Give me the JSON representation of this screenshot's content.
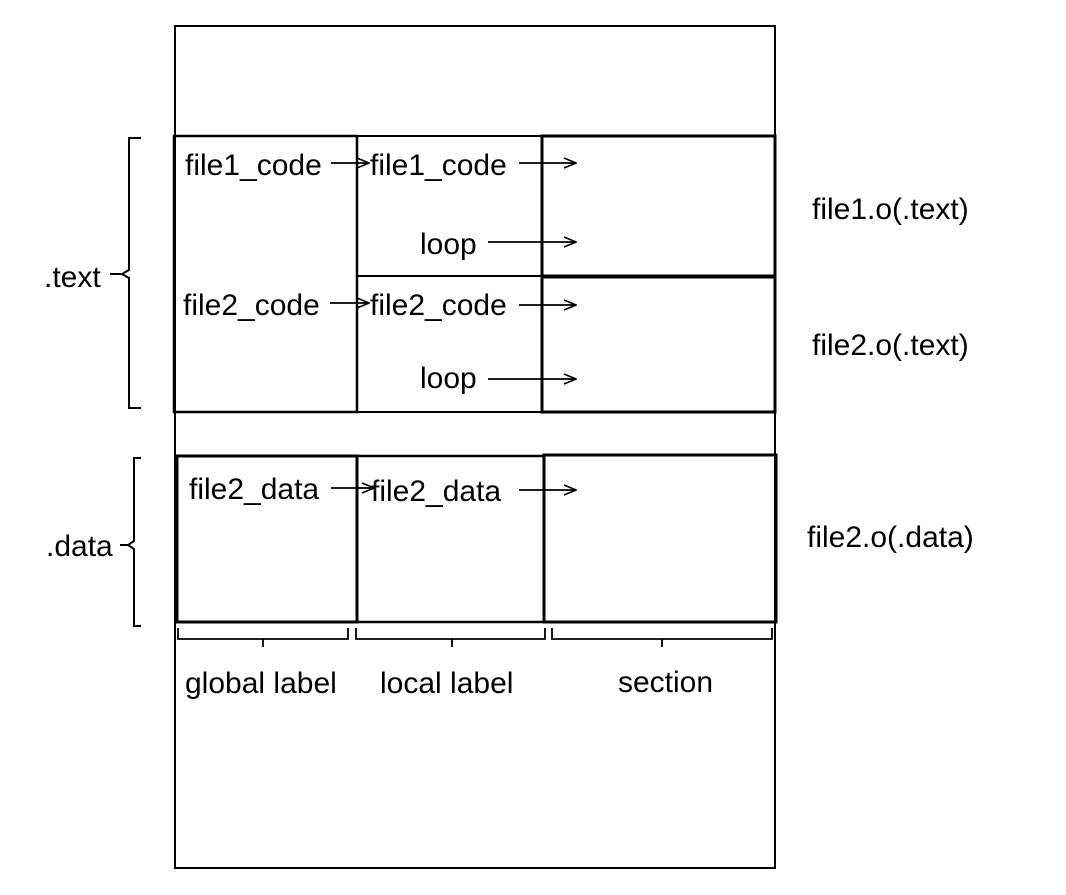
{
  "groups": {
    "text": ".text",
    "data": ".data"
  },
  "text_section": {
    "file1": {
      "global_label": "file1_code",
      "local_labels": [
        "file1_code",
        "loop"
      ],
      "section_label": "file1.o(.text)"
    },
    "file2": {
      "global_label": "file2_code",
      "local_labels": [
        "file2_code",
        "loop"
      ],
      "section_label": "file2.o(.text)"
    }
  },
  "data_section": {
    "file2": {
      "global_label": "file2_data",
      "local_labels": [
        "file2_data"
      ],
      "section_label": "file2.o(.data)"
    }
  },
  "columns": {
    "global": "global label",
    "local": "local label",
    "section": "section"
  }
}
